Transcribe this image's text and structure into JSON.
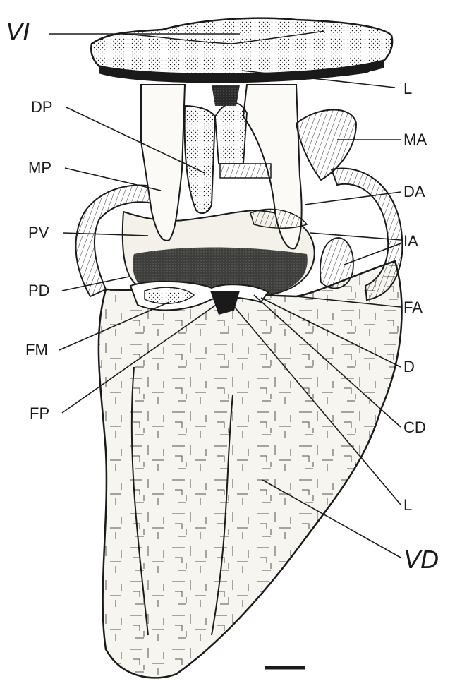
{
  "figure": {
    "labels": {
      "VI": "VI",
      "L_top": "L",
      "DP": "DP",
      "MA": "MA",
      "MP": "MP",
      "DA": "DA",
      "PV": "PV",
      "IA": "IA",
      "PD": "PD",
      "FA": "FA",
      "FM": "FM",
      "D": "D",
      "FP": "FP",
      "CD": "CD",
      "L_bottom": "L",
      "VD": "VD"
    },
    "colors": {
      "ink": "#1a1a1a",
      "paper": "#ffffff",
      "tissue": "#f4f1ea"
    },
    "scale_bar": "scale-bar"
  }
}
